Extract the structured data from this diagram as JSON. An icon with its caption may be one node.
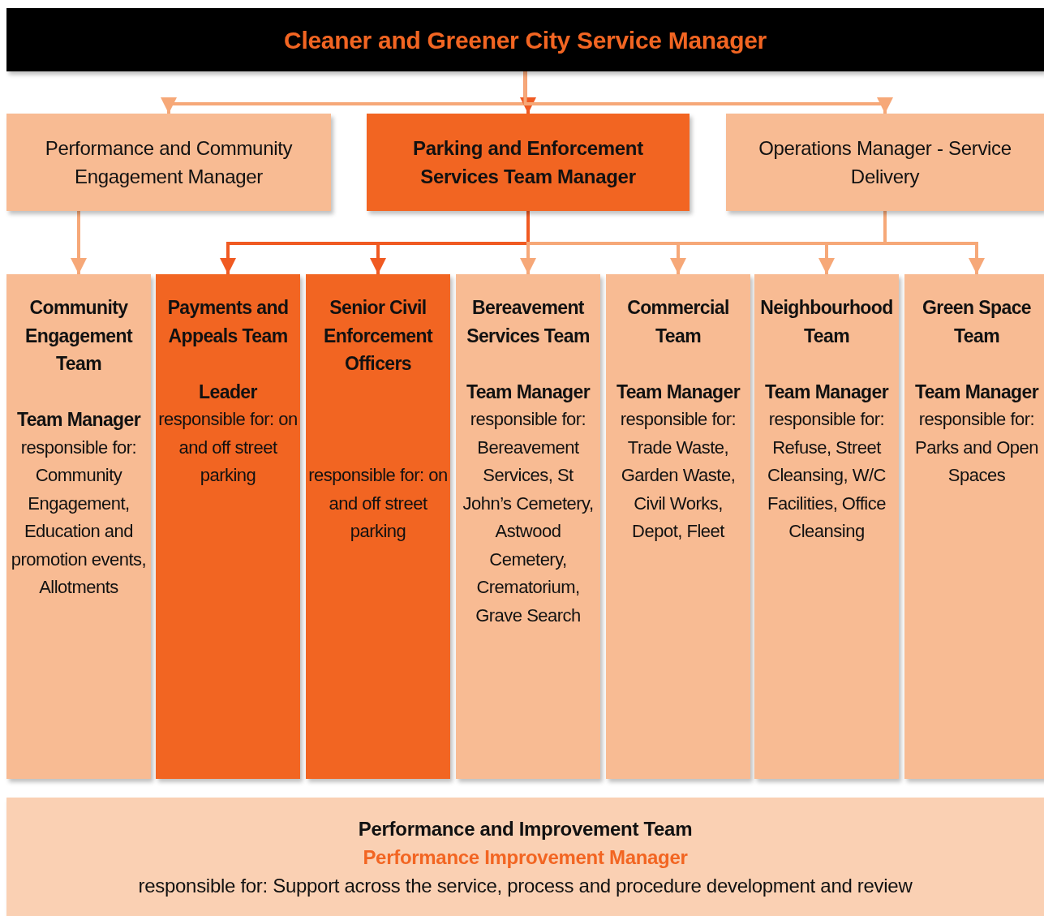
{
  "diagram": {
    "nodes": [
      {
        "text": [
          "Cleaner and Greener City Service Manager"
        ]
      },
      {
        "text": [
          "Performance and Community Engagement Manager"
        ]
      },
      {
        "text": [
          "Parking and Enforcement Services Team Manager"
        ]
      },
      {
        "text": [
          "Operations Manager - Service Delivery"
        ]
      },
      {
        "text": [
          "Community Engagement Team",
          "Team Manager",
          "responsible for: Community Engagement, Education and promotion events, Allotments"
        ]
      },
      {
        "text": [
          "Payments and Appeals Team",
          "Leader",
          "responsible for: on and off street parking"
        ]
      },
      {
        "text": [
          "Senior Civil Enforcement Officers",
          "responsible for: on and off street parking"
        ]
      },
      {
        "text": [
          "Bereavement Services Team",
          "Team Manager",
          "responsible for: Bereavement Services, St John’s Cemetery, Astwood Cemetery, Crematorium, Grave Search"
        ]
      },
      {
        "text": [
          "Commercial Team",
          "Team Manager",
          "responsible for: Trade Waste, Garden Waste, Civil Works, Depot, Fleet"
        ]
      },
      {
        "text": [
          "Neighbourhood Team",
          "Team Manager",
          "responsible for: Refuse, Street Cleansing, W/C Facilities, Office Cleansing"
        ]
      },
      {
        "text": [
          "Green Space Team",
          "Team Manager",
          "responsible for: Parks and Open Spaces"
        ]
      },
      {
        "text": [
          "Performance and Improvement Team",
          "Performance Improvement Manager",
          "responsible for: Support across the service, process and procedure development and review"
        ]
      }
    ],
    "edges": [
      {
        "from": 0,
        "to": 1,
        "arrow": "to"
      },
      {
        "from": 0,
        "to": 2,
        "arrow": "to",
        "color": "#f05a22"
      },
      {
        "from": 0,
        "to": 3,
        "arrow": "to"
      },
      {
        "from": 1,
        "to": 4,
        "arrow": "to"
      },
      {
        "from": 2,
        "to": 5,
        "arrow": "to",
        "color": "#f05a22"
      },
      {
        "from": 2,
        "to": 6,
        "arrow": "to",
        "color": "#f05a22"
      },
      {
        "from": 3,
        "to": 7,
        "arrow": "to"
      },
      {
        "from": 3,
        "to": 8,
        "arrow": "to"
      },
      {
        "from": 3,
        "to": 9,
        "arrow": "to"
      },
      {
        "from": 3,
        "to": 10,
        "arrow": "to"
      }
    ]
  }
}
